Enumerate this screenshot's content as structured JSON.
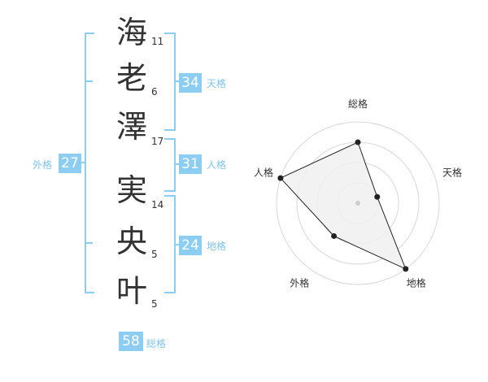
{
  "name": {
    "characters": [
      {
        "char": "海",
        "strokes": "11"
      },
      {
        "char": "老",
        "strokes": "6"
      },
      {
        "char": "澤",
        "strokes": "17"
      },
      {
        "char": "実",
        "strokes": "14"
      },
      {
        "char": "央",
        "strokes": "5"
      },
      {
        "char": "叶",
        "strokes": "5"
      }
    ]
  },
  "fortunes": {
    "tenkaku": {
      "label": "天格",
      "value": "34"
    },
    "jinkaku": {
      "label": "人格",
      "value": "31"
    },
    "chikaku": {
      "label": "地格",
      "value": "24"
    },
    "gaikaku": {
      "label": "外格",
      "value": "27"
    },
    "soukaku": {
      "label": "総格",
      "value": "58"
    }
  },
  "chart_data": {
    "type": "radar",
    "axes": [
      "総格",
      "天格",
      "地格",
      "外格",
      "人格"
    ],
    "values": [
      3,
      1,
      4,
      2,
      4
    ],
    "max": 4,
    "rings": 4
  },
  "colors": {
    "accent": "#8ccdf1",
    "accent_text": "#7fc4ec",
    "text": "#333333",
    "radar_fill": "#f0f0f0",
    "radar_line": "#222222",
    "ring": "#d8d8d8"
  }
}
